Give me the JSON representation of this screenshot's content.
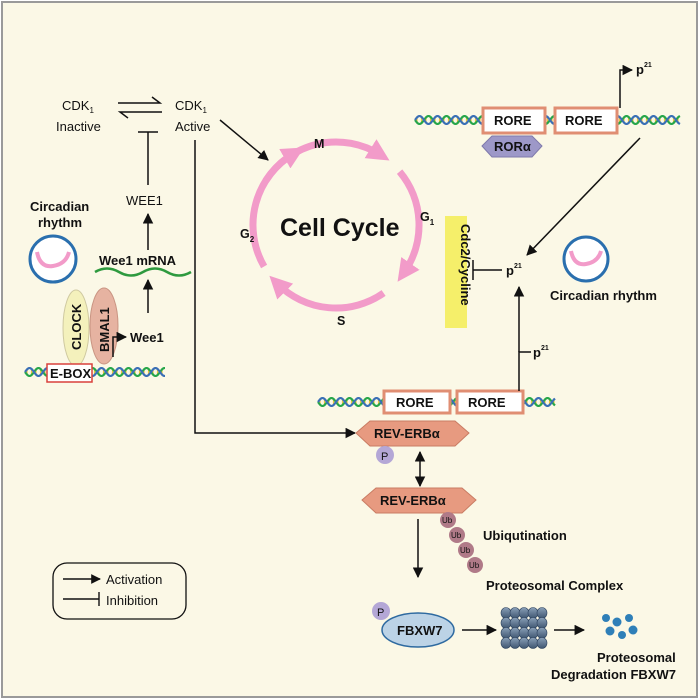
{
  "cdk1_inactive": {
    "name": "CDK",
    "sub": "1",
    "state": "Inactive"
  },
  "cdk1_active": {
    "name": "CDK",
    "sub": "1",
    "state": "Active"
  },
  "wee1_protein": "WEE1",
  "wee1_mrna": "Wee1 mRNA",
  "wee1_gene": "Wee1",
  "circadian_left": [
    "Circadian",
    "rhythm"
  ],
  "circadian_right": "Circadian rhythm",
  "clock": "CLOCK",
  "bmal1": "BMAL1",
  "ebox": "E-BOX",
  "cell_cycle": {
    "title": "Cell Cycle",
    "phases": [
      {
        "name": "M",
        "sub": ""
      },
      {
        "name": "G",
        "sub": "1"
      },
      {
        "name": "S",
        "sub": ""
      },
      {
        "name": "G",
        "sub": "2"
      }
    ]
  },
  "cdc2_cycline": "Cdc2/Cycline",
  "p21": {
    "name": "p",
    "sup": "21"
  },
  "rore": "RORE",
  "ror_alpha": "RORα",
  "rev_erb_alpha": "REV-ERBα",
  "phospho": "P",
  "ubiquitin": "Ub",
  "ubiquitination": "Ubiqutination",
  "proteosomal_complex": "Proteosomal Complex",
  "fbxw7": "FBXW7",
  "degradation": [
    "Proteosomal",
    "Degradation FBXW7"
  ],
  "legend": {
    "activation": "Activation",
    "inhibition": "Inhibition"
  },
  "colors": {
    "background": "#fbf8e6",
    "frame": "#9a9a9a",
    "cycle_pink": "#f29bc9",
    "rore_border": "#e08e73",
    "rev_erb_fill": "#e79a80",
    "ror_fill": "#9d98c8",
    "phospho_fill": "#b4a7d6",
    "ub_fill": "#b07a88",
    "fbxw7_fill": "#bcd3e6",
    "fbxw7_stroke": "#2e6aa0",
    "highlight": "#f5ef6a",
    "dna_green": "#27a64a",
    "dna_blue": "#3a6fb5",
    "clock_fill": "#f4f1bc",
    "bmal_fill": "#e6b3a1",
    "circle_blue": "#2a6fae",
    "degradation_blue": "#2e7fb8"
  }
}
